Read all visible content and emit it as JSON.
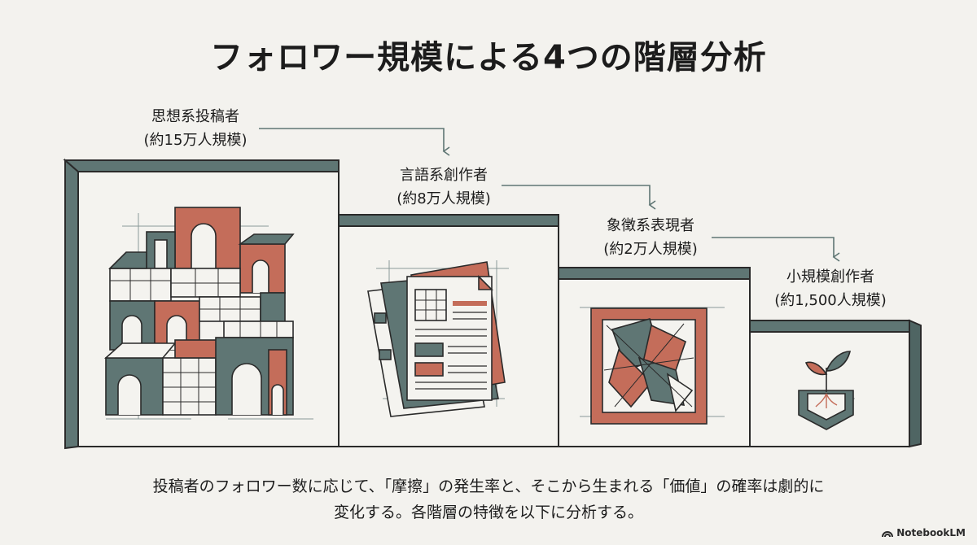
{
  "title": "フォロワー規模による4つの階層分析",
  "tiers": [
    {
      "name": "思想系投稿者",
      "scale": "(約15万人規模)",
      "icon": "buildings-icon"
    },
    {
      "name": "言語系創作者",
      "scale": "(約8万人規模)",
      "icon": "documents-icon"
    },
    {
      "name": "象徴系表現者",
      "scale": "(約2万人規模)",
      "icon": "framed-abstract-art-icon"
    },
    {
      "name": "小規模創作者",
      "scale": "(約1,500人規模)",
      "icon": "sprout-icon"
    }
  ],
  "description": [
    "投稿者のフォロワー数に応じて、「摩擦」の発生率と、そこから生まれる「価値」の確率は劇的に",
    "変化する。各階層の特徴を以下に分析する。"
  ],
  "brand": "NotebookLM",
  "colors": {
    "slate": "#5f7674",
    "terracotta": "#c46d5a",
    "ink": "#2a2a2a",
    "paper": "#f3f2ee"
  }
}
